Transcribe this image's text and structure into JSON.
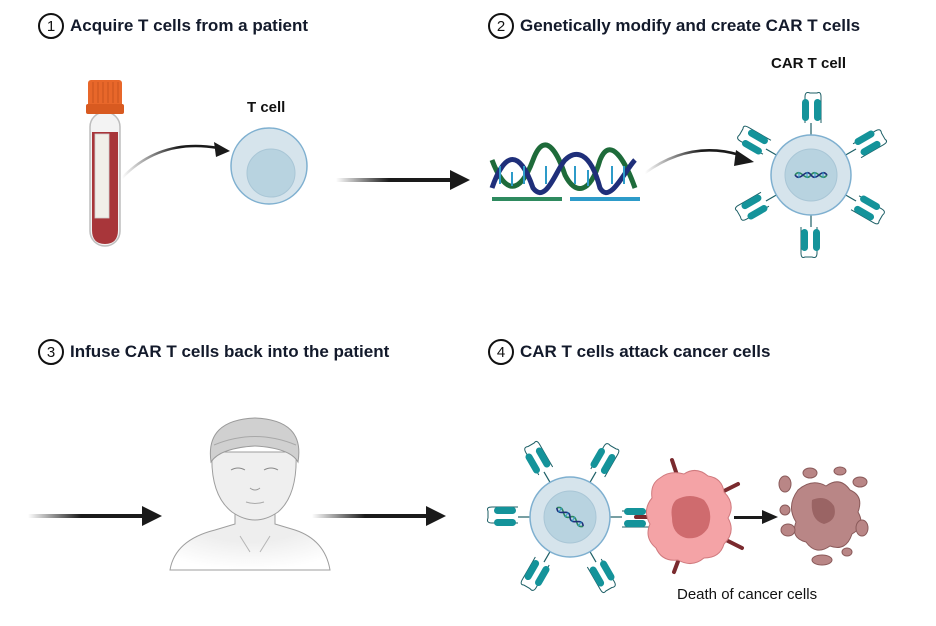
{
  "steps": [
    {
      "number": "1",
      "title": "Acquire T cells from a patient"
    },
    {
      "number": "2",
      "title": "Genetically modify and create CAR T cells"
    },
    {
      "number": "3",
      "title": "Infuse CAR T cells back into the patient"
    },
    {
      "number": "4",
      "title": "CAR T cells attack cancer cells"
    }
  ],
  "labels": {
    "t_cell": "T cell",
    "car_t_cell": "CAR T cell",
    "death_caption": "Death of cancer cells"
  },
  "colors": {
    "tube_cap": "#e8672a",
    "blood": "#a8363a",
    "cell_outer": "#d6e4ec",
    "cell_border": "#7fb0d0",
    "cell_nucleus": "#b8d3e0",
    "receptor": "#14939a",
    "dna_green": "#2e8a5f",
    "dna_blue": "#2d9bc9",
    "dna_navy": "#1f2f7a",
    "cancer_cell": "#f4a3a6",
    "cancer_nucleus": "#cf6b6e",
    "antigen": "#7a2a2e",
    "dead_cell": "#b98686",
    "dead_nucleus": "#9a6464",
    "arrow": "#1a1a1a"
  }
}
